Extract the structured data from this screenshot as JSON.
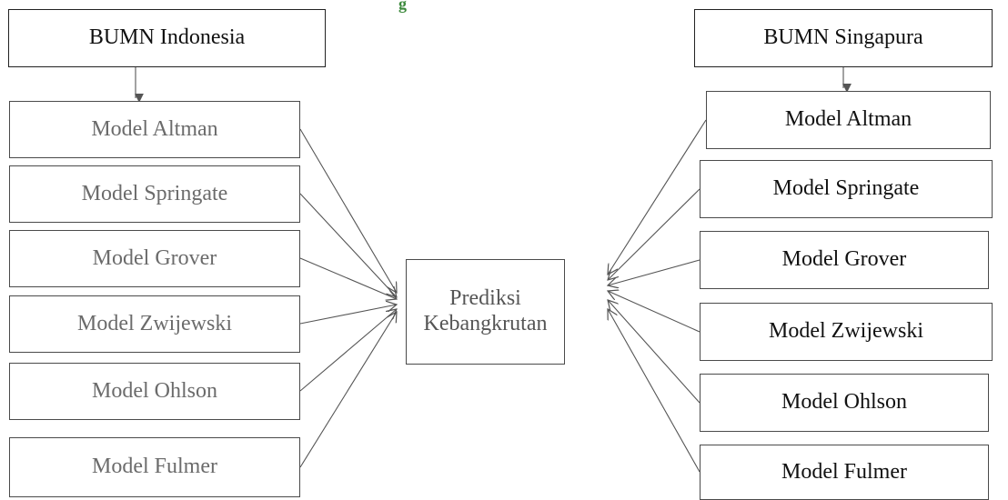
{
  "figure": {
    "title_fragment": "g"
  },
  "sources": {
    "left": "BUMN Indonesia",
    "right": "BUMN Singapura"
  },
  "center_label": "Prediksi\nKebangkrutan",
  "left_models": [
    "Model Altman",
    "Model Springate",
    "Model Grover",
    "Model Zwijewski",
    "Model Ohlson",
    "Model Fulmer"
  ],
  "right_models": [
    "Model Altman",
    "Model Springate",
    "Model Grover",
    "Model Zwijewski",
    "Model Ohlson",
    "Model Fulmer"
  ],
  "colors": {
    "line": "#555555",
    "box_border": "#4a4a4a",
    "faded_text": "#6b6b6b",
    "dark_text": "#111111",
    "watermark_green": "#3d8a3d"
  }
}
